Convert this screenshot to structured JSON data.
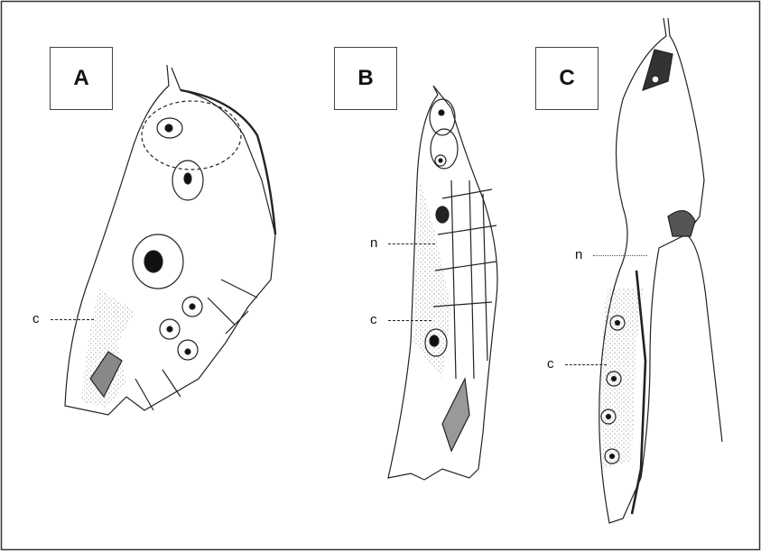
{
  "panels": [
    {
      "letter": "A",
      "labels": [
        "c"
      ]
    },
    {
      "letter": "B",
      "labels": [
        "n",
        "c"
      ]
    },
    {
      "letter": "C",
      "labels": [
        "n",
        "c"
      ]
    }
  ]
}
